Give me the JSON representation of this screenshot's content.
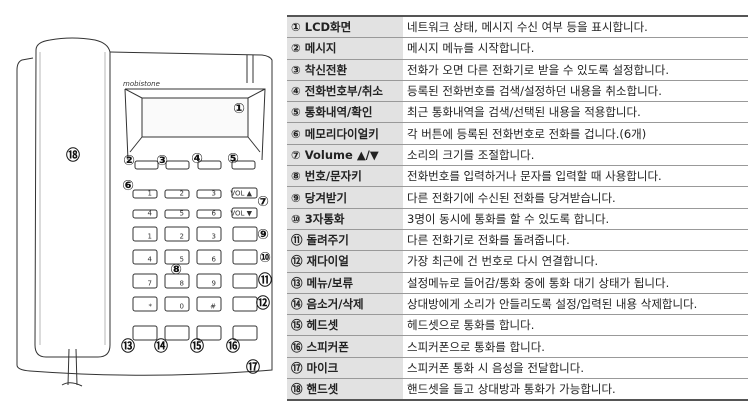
{
  "phone": {
    "brand": "mobistone",
    "memory_keys": [
      "1",
      "2",
      "3",
      "4",
      "5",
      "6"
    ],
    "volume_keys": [
      "VOL ▲",
      "VOL ▼"
    ],
    "dial_keys": [
      "1",
      "2",
      "3",
      "4",
      "5",
      "6",
      "7",
      "8",
      "9",
      "*",
      "0",
      "#"
    ],
    "callouts": [
      "①",
      "②",
      "③",
      "④",
      "⑤",
      "⑥",
      "⑦",
      "⑧",
      "⑨",
      "⑩",
      "⑪",
      "⑫",
      "⑬",
      "⑭",
      "⑮",
      "⑯",
      "⑰",
      "⑱"
    ]
  },
  "table": {
    "rows": [
      {
        "label": "① LCD화면",
        "desc": "네트워크 상태, 메시지 수신 여부 등을 표시합니다."
      },
      {
        "label": "② 메시지",
        "desc": "메시지 메뉴를 시작합니다."
      },
      {
        "label": "③ 착신전환",
        "desc": "전화가 오면 다른 전화기로 받을 수 있도록 설정합니다."
      },
      {
        "label": "④ 전화번호부/취소",
        "desc": "등록된 전화번호를 검색/설정하던 내용을 취소합니다."
      },
      {
        "label": "⑤ 통화내역/확인",
        "desc": "최근 통화내역을 검색/선택된 내용을 적용합니다."
      },
      {
        "label": "⑥ 메모리다이얼키",
        "desc": "각 버튼에 등록된 전화번호로 전화를 겁니다.(6개)"
      },
      {
        "label": "⑦ Volume ▲/▼",
        "desc": "소리의 크기를 조절합니다."
      },
      {
        "label": "⑧ 번호/문자키",
        "desc": "전화번호를 입력하거나 문자를 입력할 때 사용합니다."
      },
      {
        "label": "⑨ 당겨받기",
        "desc": "다른 전화기에 수신된 전화를 당겨받습니다."
      },
      {
        "label": "⑩ 3자통화",
        "desc": "3명이 동시에 통화를 할 수 있도록 합니다."
      },
      {
        "label": "⑪ 돌려주기",
        "desc": "다른 전화기로 전화를 돌려줍니다."
      },
      {
        "label": "⑫ 재다이얼",
        "desc": "가장 최근에 건 번호로 다시 연결합니다."
      },
      {
        "label": "⑬ 메뉴/보류",
        "desc": "설정메뉴로 들어감/통화 중에 통화 대기 상태가 됩니다."
      },
      {
        "label": "⑭ 음소거/삭제",
        "desc": "상대방에게 소리가 안들리도록 설정/입력된 내용 삭제합니다."
      },
      {
        "label": "⑮ 헤드셋",
        "desc": "헤드셋으로 통화를 합니다."
      },
      {
        "label": "⑯ 스피커폰",
        "desc": "스피커폰으로 통화를 합니다."
      },
      {
        "label": "⑰ 마이크",
        "desc": "스피커폰 통화 시 음성을 전달합니다."
      },
      {
        "label": "⑱ 핸드셋",
        "desc": "핸드셋을 들고 상대방과 통화가 가능합니다."
      }
    ]
  }
}
